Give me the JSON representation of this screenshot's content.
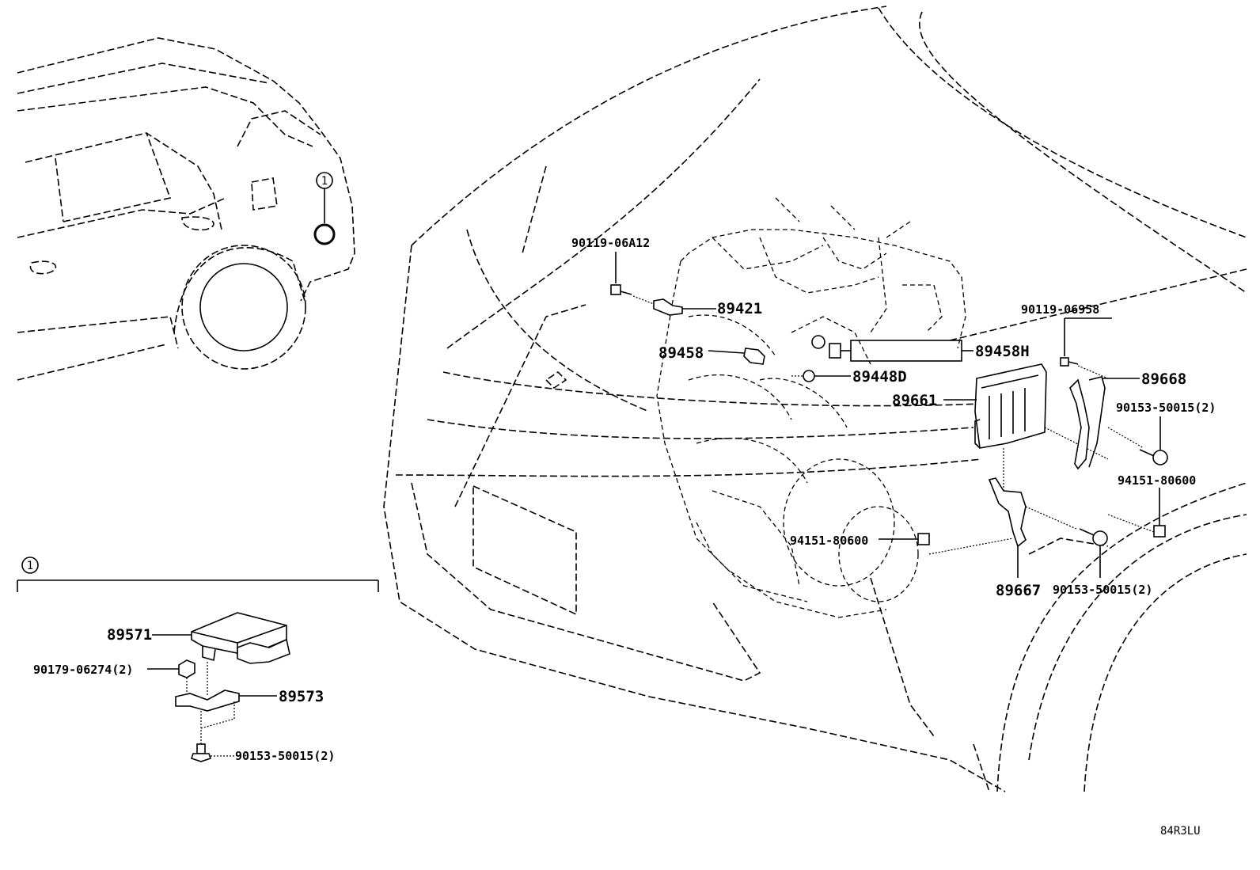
{
  "callout_marker": "1",
  "parts": {
    "p90119_06A12": "90119-06A12",
    "p89421": "89421",
    "p89458": "89458",
    "p89458H": "89458H",
    "p89448D": "89448D",
    "p89661": "89661",
    "p90119_06958": "90119-06958",
    "p89668": "89668",
    "p90153_50015_right_top": "90153-50015(2)",
    "p94151_80600_right": "94151-80600",
    "p94151_80600_mid": "94151-80600",
    "p89667": "89667",
    "p90153_50015_right_bottom": "90153-50015(2)",
    "p89571": "89571",
    "p90179_06274": "90179-06274(2)",
    "p89573": "89573",
    "p90153_50015_inset": "90153-50015(2)"
  },
  "diagram_code": "84R3LU"
}
